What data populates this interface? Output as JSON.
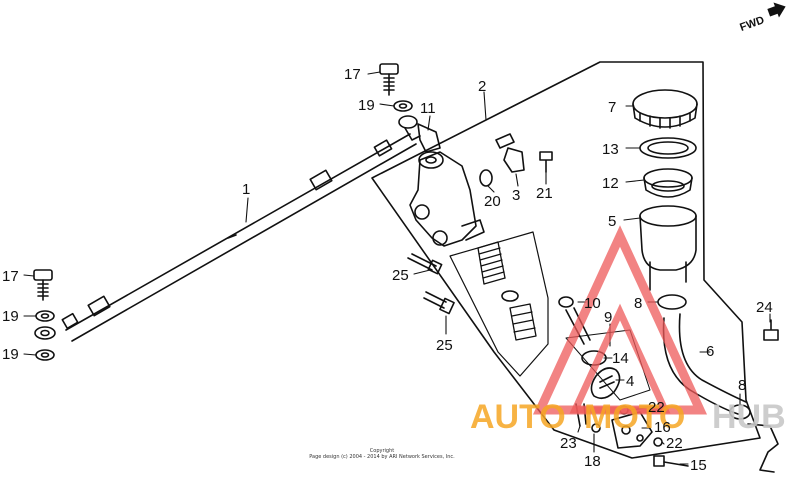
{
  "direction_label": "FWD",
  "copyright": {
    "line1": "Copyright",
    "line2": "Page design (c) 2004 - 2014 by ARI Network Services, Inc."
  },
  "watermark": {
    "part1": "AUTO",
    "part2": "MOTO",
    "part3": "HUB",
    "color_orange": "#f6a623",
    "color_red": "#ee5a5a",
    "color_gray": "#c8c8c8"
  },
  "callouts": [
    {
      "id": "c17a",
      "label": "17"
    },
    {
      "id": "c19a",
      "label": "19"
    },
    {
      "id": "c11",
      "label": "11"
    },
    {
      "id": "c2",
      "label": "2"
    },
    {
      "id": "c1",
      "label": "1"
    },
    {
      "id": "c17b",
      "label": "17"
    },
    {
      "id": "c19b",
      "label": "19"
    },
    {
      "id": "c19c",
      "label": "19"
    },
    {
      "id": "c20",
      "label": "20"
    },
    {
      "id": "c3",
      "label": "3"
    },
    {
      "id": "c21",
      "label": "21"
    },
    {
      "id": "c7",
      "label": "7"
    },
    {
      "id": "c13",
      "label": "13"
    },
    {
      "id": "c12",
      "label": "12"
    },
    {
      "id": "c5",
      "label": "5"
    },
    {
      "id": "c25a",
      "label": "25"
    },
    {
      "id": "c25b",
      "label": "25"
    },
    {
      "id": "c10",
      "label": "10"
    },
    {
      "id": "c8a",
      "label": "8"
    },
    {
      "id": "c9",
      "label": "9"
    },
    {
      "id": "c14",
      "label": "14"
    },
    {
      "id": "c4",
      "label": "4"
    },
    {
      "id": "c6",
      "label": "6"
    },
    {
      "id": "c8b",
      "label": "8"
    },
    {
      "id": "c24",
      "label": "24"
    },
    {
      "id": "c22a",
      "label": "22"
    },
    {
      "id": "c16",
      "label": "16"
    },
    {
      "id": "c22b",
      "label": "22"
    },
    {
      "id": "c23",
      "label": "23"
    },
    {
      "id": "c18",
      "label": "18"
    },
    {
      "id": "c15",
      "label": "15"
    }
  ]
}
